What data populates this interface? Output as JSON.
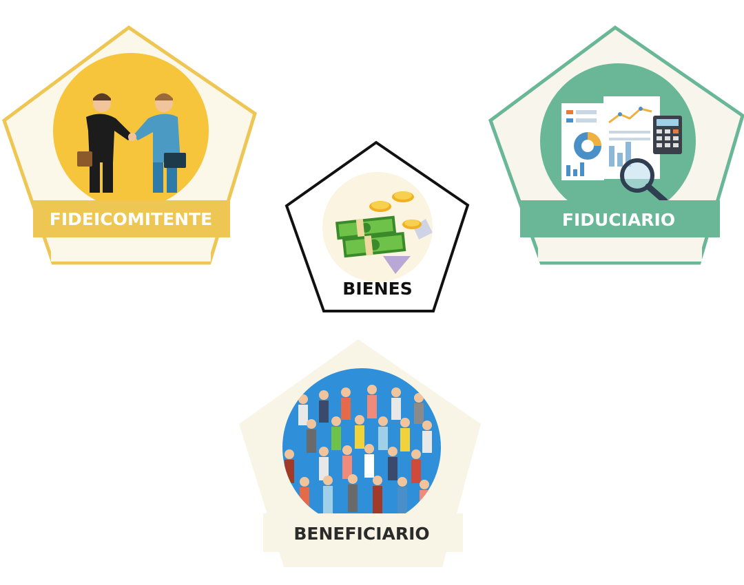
{
  "roles": {
    "fideicomitente": {
      "label": "FIDEICOMITENTE",
      "accent": "#eec653",
      "circle": "#f7c53b",
      "band": "#eec653",
      "fill": "#fbf7e9"
    },
    "fiduciario": {
      "label": "FIDUCIARIO",
      "accent": "#6ab797",
      "circle": "#6ab797",
      "band": "#6ab797",
      "fill": "#f8f6ec"
    },
    "bienes": {
      "label": "BIENES",
      "accent": "#111111",
      "circle": "#fbf4e0",
      "fill": "#ffffff"
    },
    "beneficiario": {
      "label": "BENEFICIARIO",
      "accent": "#2b2b2b",
      "circle": "#2f8fd8",
      "fill": "#f8f5e6"
    }
  },
  "icons": [
    "handshake-icon",
    "report-analytics-icon",
    "money-coins-icon",
    "crowd-people-icon"
  ]
}
